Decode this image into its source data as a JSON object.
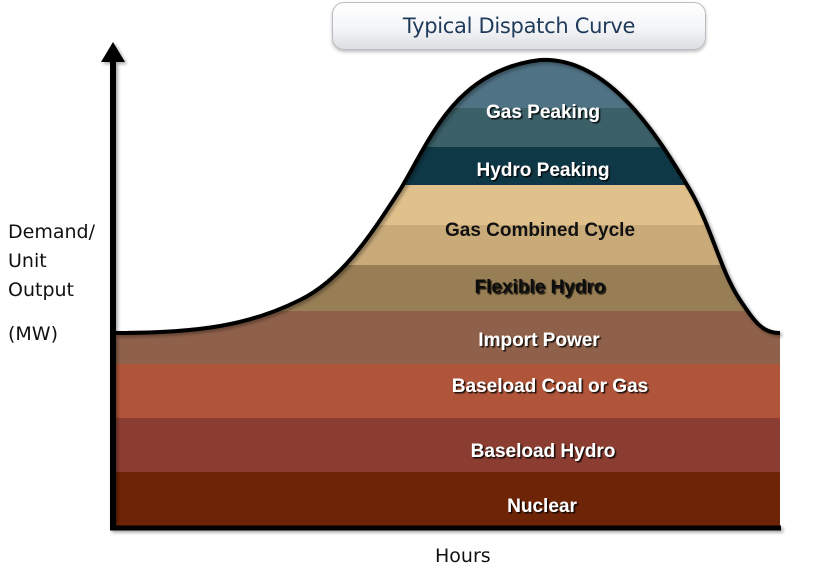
{
  "title": "Typical Dispatch Curve",
  "y_axis": {
    "label_lines": [
      "Demand/",
      "Unit",
      "Output"
    ],
    "unit": "(MW)"
  },
  "x_axis": {
    "label": "Hours"
  },
  "bands": [
    {
      "label": "Gas Peaking",
      "color_top": "#4f7284",
      "color": "#3b6068",
      "text_color": "#ffffff"
    },
    {
      "label": "Hydro Peaking",
      "color": "#0f3846",
      "text_color": "#ffffff"
    },
    {
      "label": "Gas Combined Cycle",
      "color_top": "#e0c18c",
      "color": "#c9ab7a",
      "text_color": "#111111"
    },
    {
      "label": "Flexible Hydro",
      "color": "#987e55",
      "text_color": "#111111"
    },
    {
      "label": "Import Power",
      "color": "#8f614a",
      "text_color": "#ffffff"
    },
    {
      "label": "Baseload Coal or Gas",
      "color": "#b0553a",
      "text_color": "#ffffff"
    },
    {
      "label": "Baseload Hydro",
      "color": "#8a3d30",
      "text_color": "#ffffff"
    },
    {
      "label": "Nuclear",
      "color": "#6e2406",
      "text_color": "#ffffff"
    }
  ],
  "chart_data": {
    "type": "area",
    "title": "Typical Dispatch Curve",
    "xlabel": "Hours",
    "ylabel": "Demand/ Unit Output (MW)",
    "stack_order_bottom_to_top": [
      "Nuclear",
      "Baseload Hydro",
      "Baseload Coal or Gas",
      "Import Power",
      "Flexible Hydro",
      "Gas Combined Cycle",
      "Hydro Peaking",
      "Gas Peaking"
    ],
    "description": "Stacked dispatch layers beneath a single-peak daily demand curve; baseload layers span all hours, peaking layers only near the demand peak",
    "grid": false,
    "legend": "inline labels"
  }
}
